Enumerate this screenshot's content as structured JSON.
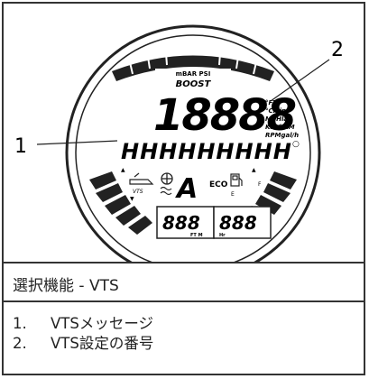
{
  "figure": {
    "callouts": [
      "1",
      "2"
    ],
    "lcd": {
      "gauge_label_top": "mBAR PSI",
      "gauge_label_boost": "BOOST",
      "big_digits": "18888",
      "units_col": [
        "°FT",
        "°CMin",
        "MPHlap",
        "Km/hAM",
        "RPMgal/h"
      ],
      "alpha_row": "HHHHHHHHH",
      "degree": "○",
      "vts_tag": "VTS",
      "eco": "ECO",
      "gear_char": "A",
      "f_label": "F",
      "e_label": "E",
      "left_digits": "888",
      "left_unit": "FT M",
      "right_digits": "888",
      "right_unit": "Hr"
    }
  },
  "caption": "選択機能 - VTS",
  "legend": [
    {
      "num": "1.",
      "text": "VTSメッセージ"
    },
    {
      "num": "2.",
      "text": "VTS設定の番号"
    }
  ]
}
